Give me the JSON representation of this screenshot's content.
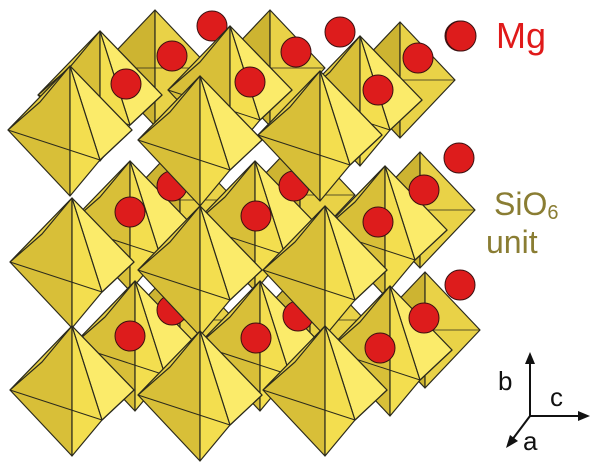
{
  "labels": {
    "mg": "Mg",
    "sio6_main": "SiO",
    "sio6_sub": "6",
    "unit": "unit"
  },
  "axes": {
    "b": "b",
    "c": "c",
    "a": "a"
  },
  "colors": {
    "octahedron_light": "#f8e85a",
    "octahedron_mid": "#ecd442",
    "octahedron_dark": "#cdb431",
    "octahedron_edge": "#2b2a1c",
    "mg_atom": "#dd1c1c",
    "mg_label": "#e01a1a",
    "sio6_label": "#8a7d33"
  }
}
